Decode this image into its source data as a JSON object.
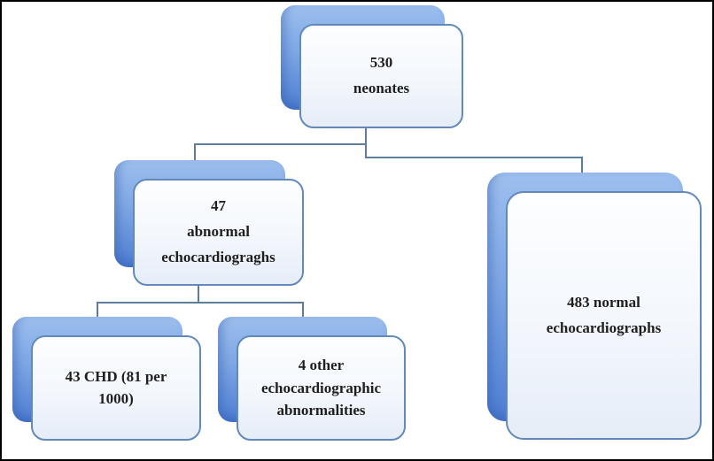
{
  "page": {
    "background_color": "#ffffff",
    "frame_border_color": "#000000"
  },
  "diagram": {
    "type": "flowchart",
    "colors": {
      "shadow_box_top": "#9dbfee",
      "shadow_box_bottom": "#4e7ed2",
      "front_box_border": "#6189bb",
      "front_box_fill_top": "#fdfeff",
      "front_box_fill_bottom": "#e6edf8",
      "connector": "#5e7d9e",
      "text": "#1f1f1f"
    },
    "nodes": [
      {
        "id": "neonates",
        "label": "530 neonates",
        "lines": [
          "530",
          "neonates"
        ]
      },
      {
        "id": "abnormal-echocardiographs",
        "label": "47 abnormal echocardiograghs",
        "lines": [
          "47",
          "abnormal",
          "echocardiograghs"
        ]
      },
      {
        "id": "chd",
        "label": "43 CHD (81 per 1000)",
        "lines": [
          "43 CHD (81 per",
          "1000)"
        ]
      },
      {
        "id": "other-abnormalities",
        "label": "4 other echocardiographic abnormalities",
        "lines": [
          "4 other",
          "echocardiographic",
          "abnormalities"
        ]
      },
      {
        "id": "normal-echocardiographs",
        "label": "483 normal echocardiographs",
        "lines": [
          "483 normal",
          "echocardiographs"
        ]
      }
    ],
    "edges": [
      {
        "from": "neonates",
        "to": "abnormal-echocardiographs"
      },
      {
        "from": "neonates",
        "to": "normal-echocardiographs"
      },
      {
        "from": "abnormal-echocardiographs",
        "to": "chd"
      },
      {
        "from": "abnormal-echocardiographs",
        "to": "other-abnormalities"
      }
    ]
  }
}
